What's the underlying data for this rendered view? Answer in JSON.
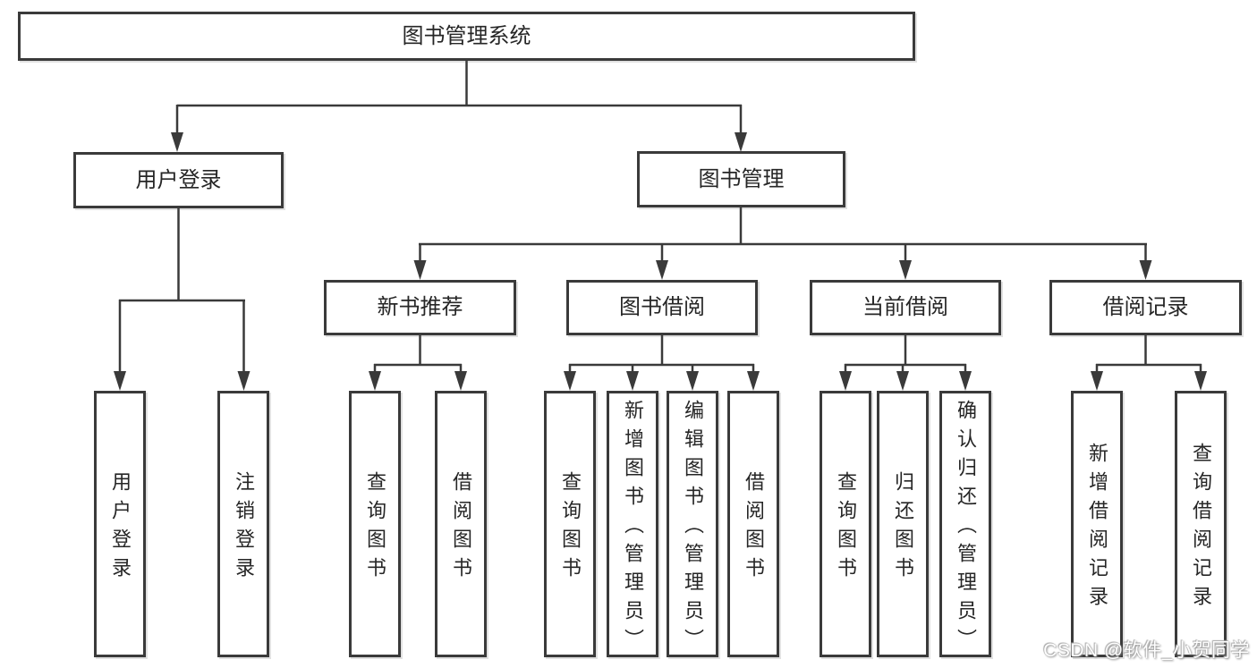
{
  "diagram": {
    "type": "feature-tree",
    "title": "图书管理系统"
  },
  "nodes": {
    "root": {
      "label": "图书管理系统"
    },
    "user_login": {
      "label": "用户登录"
    },
    "book_management": {
      "label": "图书管理"
    },
    "new_book_recommend": {
      "label": "新书推荐"
    },
    "book_borrow": {
      "label": "图书借阅"
    },
    "current_borrow": {
      "label": "当前借阅"
    },
    "borrow_records": {
      "label": "借阅记录"
    },
    "ul_user_login": {
      "label": "用户登录"
    },
    "ul_logout": {
      "label": "注销登录"
    },
    "nb_query_books": {
      "label": "查询图书"
    },
    "nb_borrow_books": {
      "label": "借阅图书"
    },
    "bb_query_books": {
      "label": "查询图书"
    },
    "bb_add_books": {
      "label": "新增图书（管理员）"
    },
    "bb_edit_books": {
      "label": "编辑图书（管理员）"
    },
    "bb_borrow_books": {
      "label": "借阅图书"
    },
    "cb_query_books": {
      "label": "查询图书"
    },
    "cb_return_books": {
      "label": "归还图书"
    },
    "cb_confirm_return": {
      "label": "确认归还（管理员）"
    },
    "br_add_record": {
      "label": "新增借阅记录"
    },
    "br_query_record": {
      "label": "查询借阅记录"
    }
  },
  "watermark": {
    "text": "CSDN @软件_小贺同学"
  },
  "colors": {
    "line": "#3a3a3a",
    "box_border": "#3a3a3a",
    "box_fill": "#ffffff",
    "text": "#262626",
    "background": "#ffffff",
    "watermark_text": "#ffffff",
    "watermark_shadow": "#8a8a8a"
  }
}
